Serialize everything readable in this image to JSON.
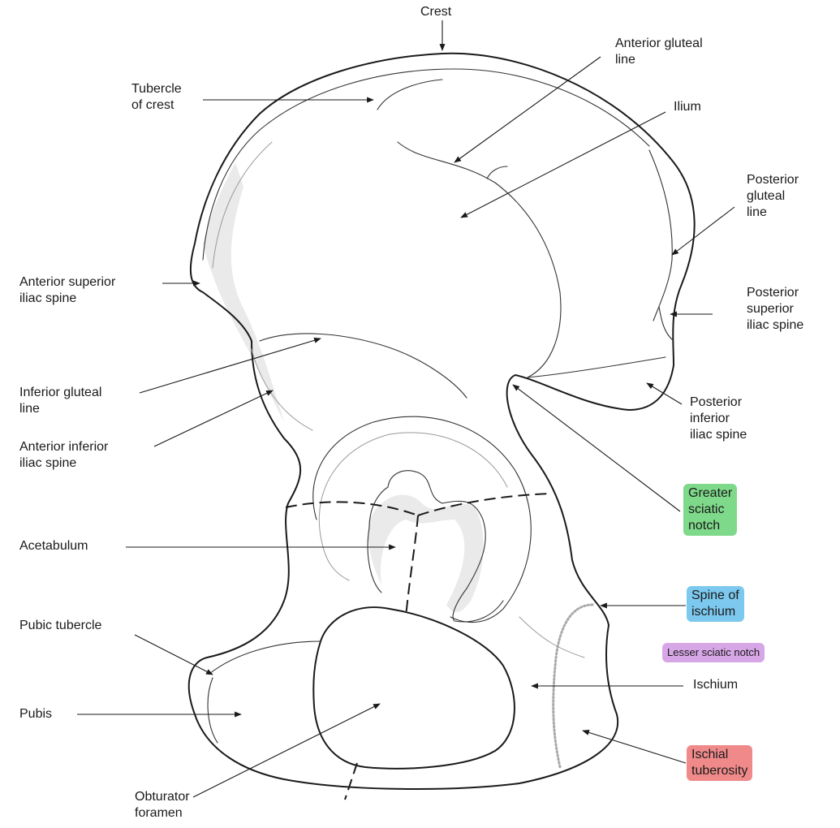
{
  "labels": {
    "crest": "Crest",
    "anterior_gluteal_line": "Anterior gluteal\nline",
    "tubercle_of_crest": "Tubercle\nof crest",
    "ilium": "Ilium",
    "posterior_gluteal_line": "Posterior\ngluteal\nline",
    "anterior_superior_iliac_spine": "Anterior superior\niliac spine",
    "posterior_superior_iliac_spine": "Posterior\nsuperior\niliac spine",
    "inferior_gluteal_line": "Inferior gluteal\nline",
    "anterior_inferior_iliac_spine": "Anterior inferior\niliac spine",
    "posterior_inferior_iliac_spine": "Posterior\ninferior\niliac spine",
    "greater_sciatic_notch": "Greater\nsciatic\nnotch",
    "acetabulum": "Acetabulum",
    "spine_of_ischium": "Spine of\nischium",
    "lesser_sciatic_notch": "Lesser sciatic notch",
    "pubic_tubercle": "Pubic tubercle",
    "ischium": "Ischium",
    "pubis": "Pubis",
    "ischial_tuberosity": "Ischial\ntuberosity",
    "obturator_foramen": "Obturator\nforamen"
  },
  "highlights": {
    "greater_sciatic_notch": "#7ed98a",
    "spine_of_ischium": "#7cc8ee",
    "lesser_sciatic_notch": "#d7a6e6",
    "ischial_tuberosity": "#f08a8a"
  }
}
